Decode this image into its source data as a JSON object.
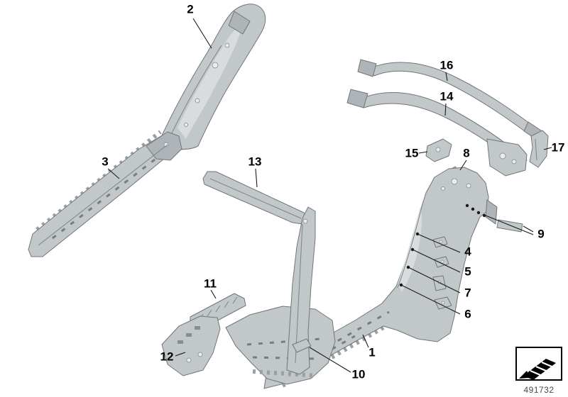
{
  "diagram_id": "491732",
  "callouts": {
    "c1": "1",
    "c2": "2",
    "c3": "3",
    "c4": "4",
    "c5": "5",
    "c6": "6",
    "c7": "7",
    "c8": "8",
    "c9": "9",
    "c10": "10",
    "c11": "11",
    "c12": "12",
    "c13": "13",
    "c14": "14",
    "c15": "15",
    "c16": "16",
    "c17": "17"
  },
  "icons": {
    "orientation": "ramp-arrow-icon"
  }
}
